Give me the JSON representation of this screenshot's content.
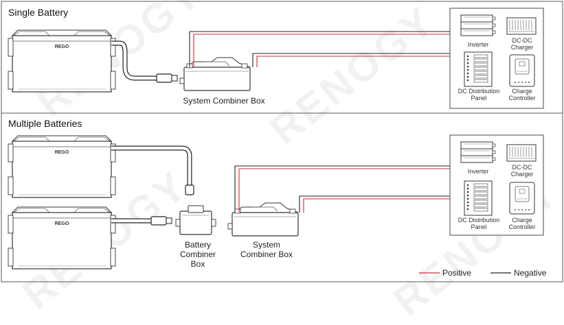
{
  "sections": {
    "single": {
      "title": "Single Battery",
      "combiner_label": "System Combiner Box"
    },
    "multiple": {
      "title": "Multiple Batteries",
      "battery_combiner_label": [
        "Battery",
        "Combiner",
        "Box"
      ],
      "system_combiner_label": [
        "System",
        "Combiner Box"
      ]
    }
  },
  "battery_brand": "REGO",
  "devices": {
    "inverter": "Inverter",
    "dcdc_charger": [
      "DC-DC",
      "Charger"
    ],
    "dc_panel": [
      "DC Distribution",
      "Panel"
    ],
    "charge_controller": [
      "Charge",
      "Controller"
    ]
  },
  "legend": {
    "positive": "Positive",
    "negative": "Negative"
  },
  "watermark": "RENOGY",
  "colors": {
    "positive": "#e0252a",
    "negative": "#222222"
  }
}
